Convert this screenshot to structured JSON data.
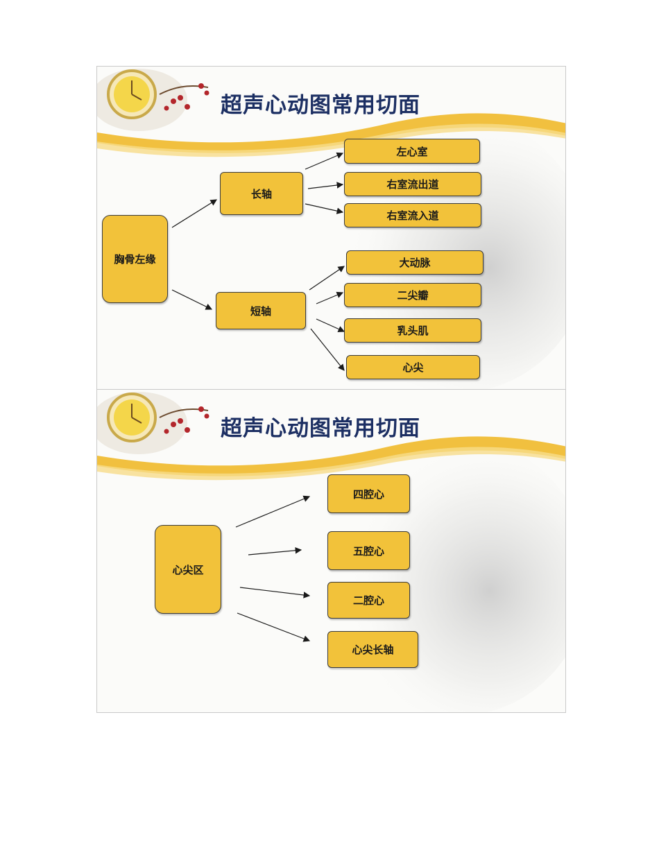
{
  "slides": [
    {
      "title": "超声心动图常用切面",
      "root": "胸骨左缘",
      "branches": [
        {
          "label": "长轴",
          "children": [
            "左心室",
            "右室流出道",
            "右室流入道"
          ]
        },
        {
          "label": "短轴",
          "children": [
            "大动脉",
            "二尖瓣",
            "乳头肌",
            "心尖"
          ]
        }
      ]
    },
    {
      "title": "超声心动图常用切面",
      "root": "心尖区",
      "children": [
        "四腔心",
        "五腔心",
        "二腔心",
        "心尖长轴"
      ]
    }
  ],
  "colors": {
    "box_fill": "#f2c23a",
    "title": "#1c2f63",
    "wave": "#f0b92a"
  },
  "decoration": {
    "icon": "clock-with-plum-blossoms"
  }
}
